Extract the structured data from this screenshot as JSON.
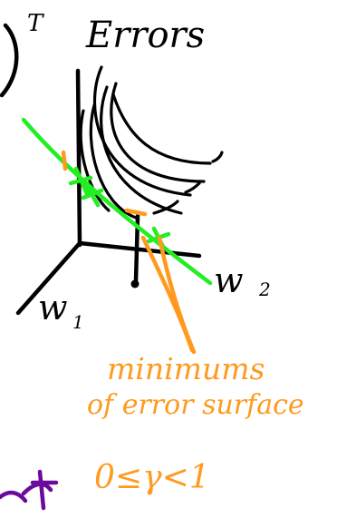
{
  "title_superscript": "T",
  "title": "Errors",
  "axis_w1_label": "w",
  "axis_w1_subscript": "1",
  "axis_w2_label": "w",
  "axis_w2_subscript": "2",
  "annotation_line1": "minimums",
  "annotation_line2": "of error surface",
  "range_expression": "0≤γ<1",
  "colors": {
    "ink": "#000000",
    "highlight_green": "#22ee22",
    "annotation_orange": "#ff9a1f",
    "purple": "#6a0a9e"
  }
}
